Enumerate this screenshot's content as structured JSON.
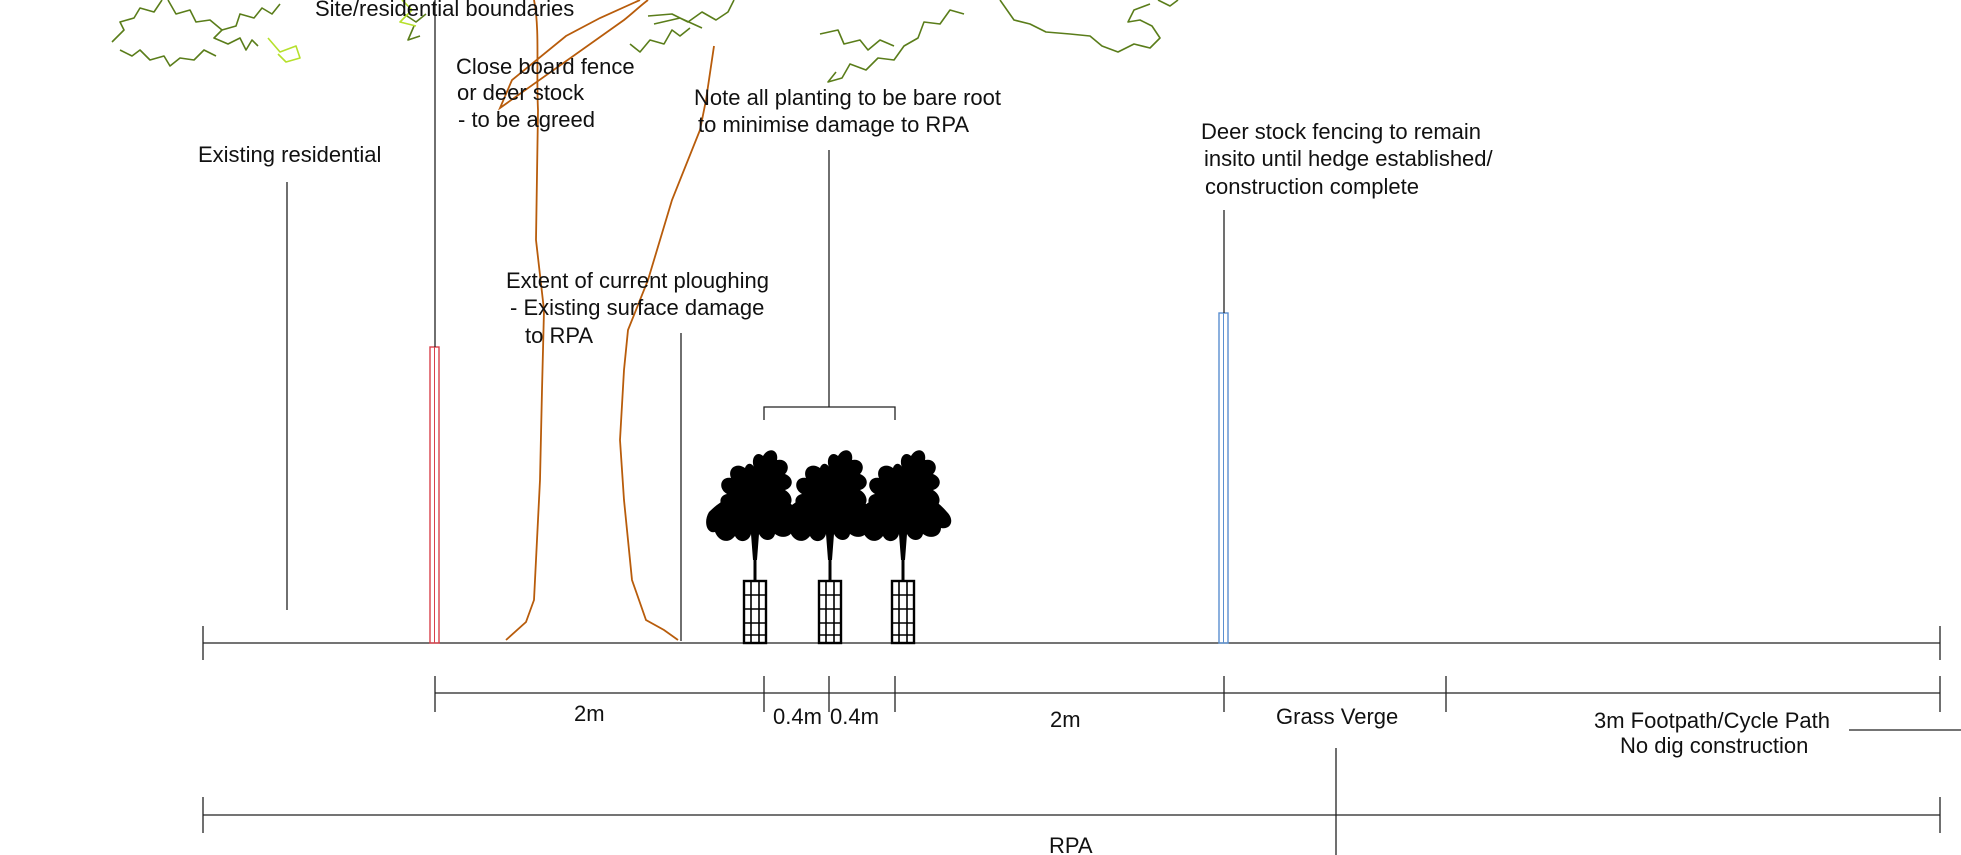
{
  "colors": {
    "line": "#222222",
    "trunk": "#b85c0b",
    "canopy_dark": "#5a7d1a",
    "canopy_light": "#b6e02c",
    "fence_red": "#d8404a",
    "fence_blue": "#5a8fd0",
    "hedge": "#000000"
  },
  "labels": {
    "boundaries": "Site/residential boundaries",
    "fence_1": "Close board fence",
    "fence_2": "or deer stock",
    "fence_3": "- to be agreed",
    "existing": "Existing residential",
    "planting_1": "Note all planting to be bare root",
    "planting_2": "to minimise damage to RPA",
    "deer_1": "Deer stock fencing to remain",
    "deer_2": "insito until hedge established/",
    "deer_3": "construction complete",
    "plough_1": "Extent of current ploughing",
    "plough_2": "- Existing surface damage",
    "plough_3": "to RPA",
    "dim_2m_a": "2m",
    "dim_04_a": "0.4m",
    "dim_04_b": "0.4m",
    "dim_2m_b": "2m",
    "grass": "Grass Verge",
    "path_1": "3m Footpath/Cycle Path",
    "path_2": "No dig construction",
    "rpa": "RPA"
  },
  "icons": {
    "hedge_plant": "tree-silhouette-icon",
    "tree_guard": "tree-guard-icon"
  }
}
